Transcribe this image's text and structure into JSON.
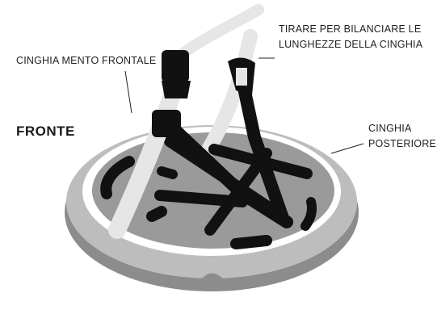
{
  "labels": {
    "front": "FRONTE",
    "chin_strap": "CINGHIA MENTO FRONTALE",
    "pull_line1": "TIRARE PER BILANCIARE LE",
    "pull_line2": "LUNGHEZZE DELLA CINGHIA",
    "rear_line1": "CINGHIA",
    "rear_line2": "POSTERIORE"
  },
  "colors": {
    "base_outer": "#bdbdbd",
    "base_edge": "#8c8c8c",
    "inner_disc": "#9a9a9a",
    "strap_black": "#111111",
    "strap_light": "#e6e6e6",
    "rim_white": "#ffffff"
  }
}
